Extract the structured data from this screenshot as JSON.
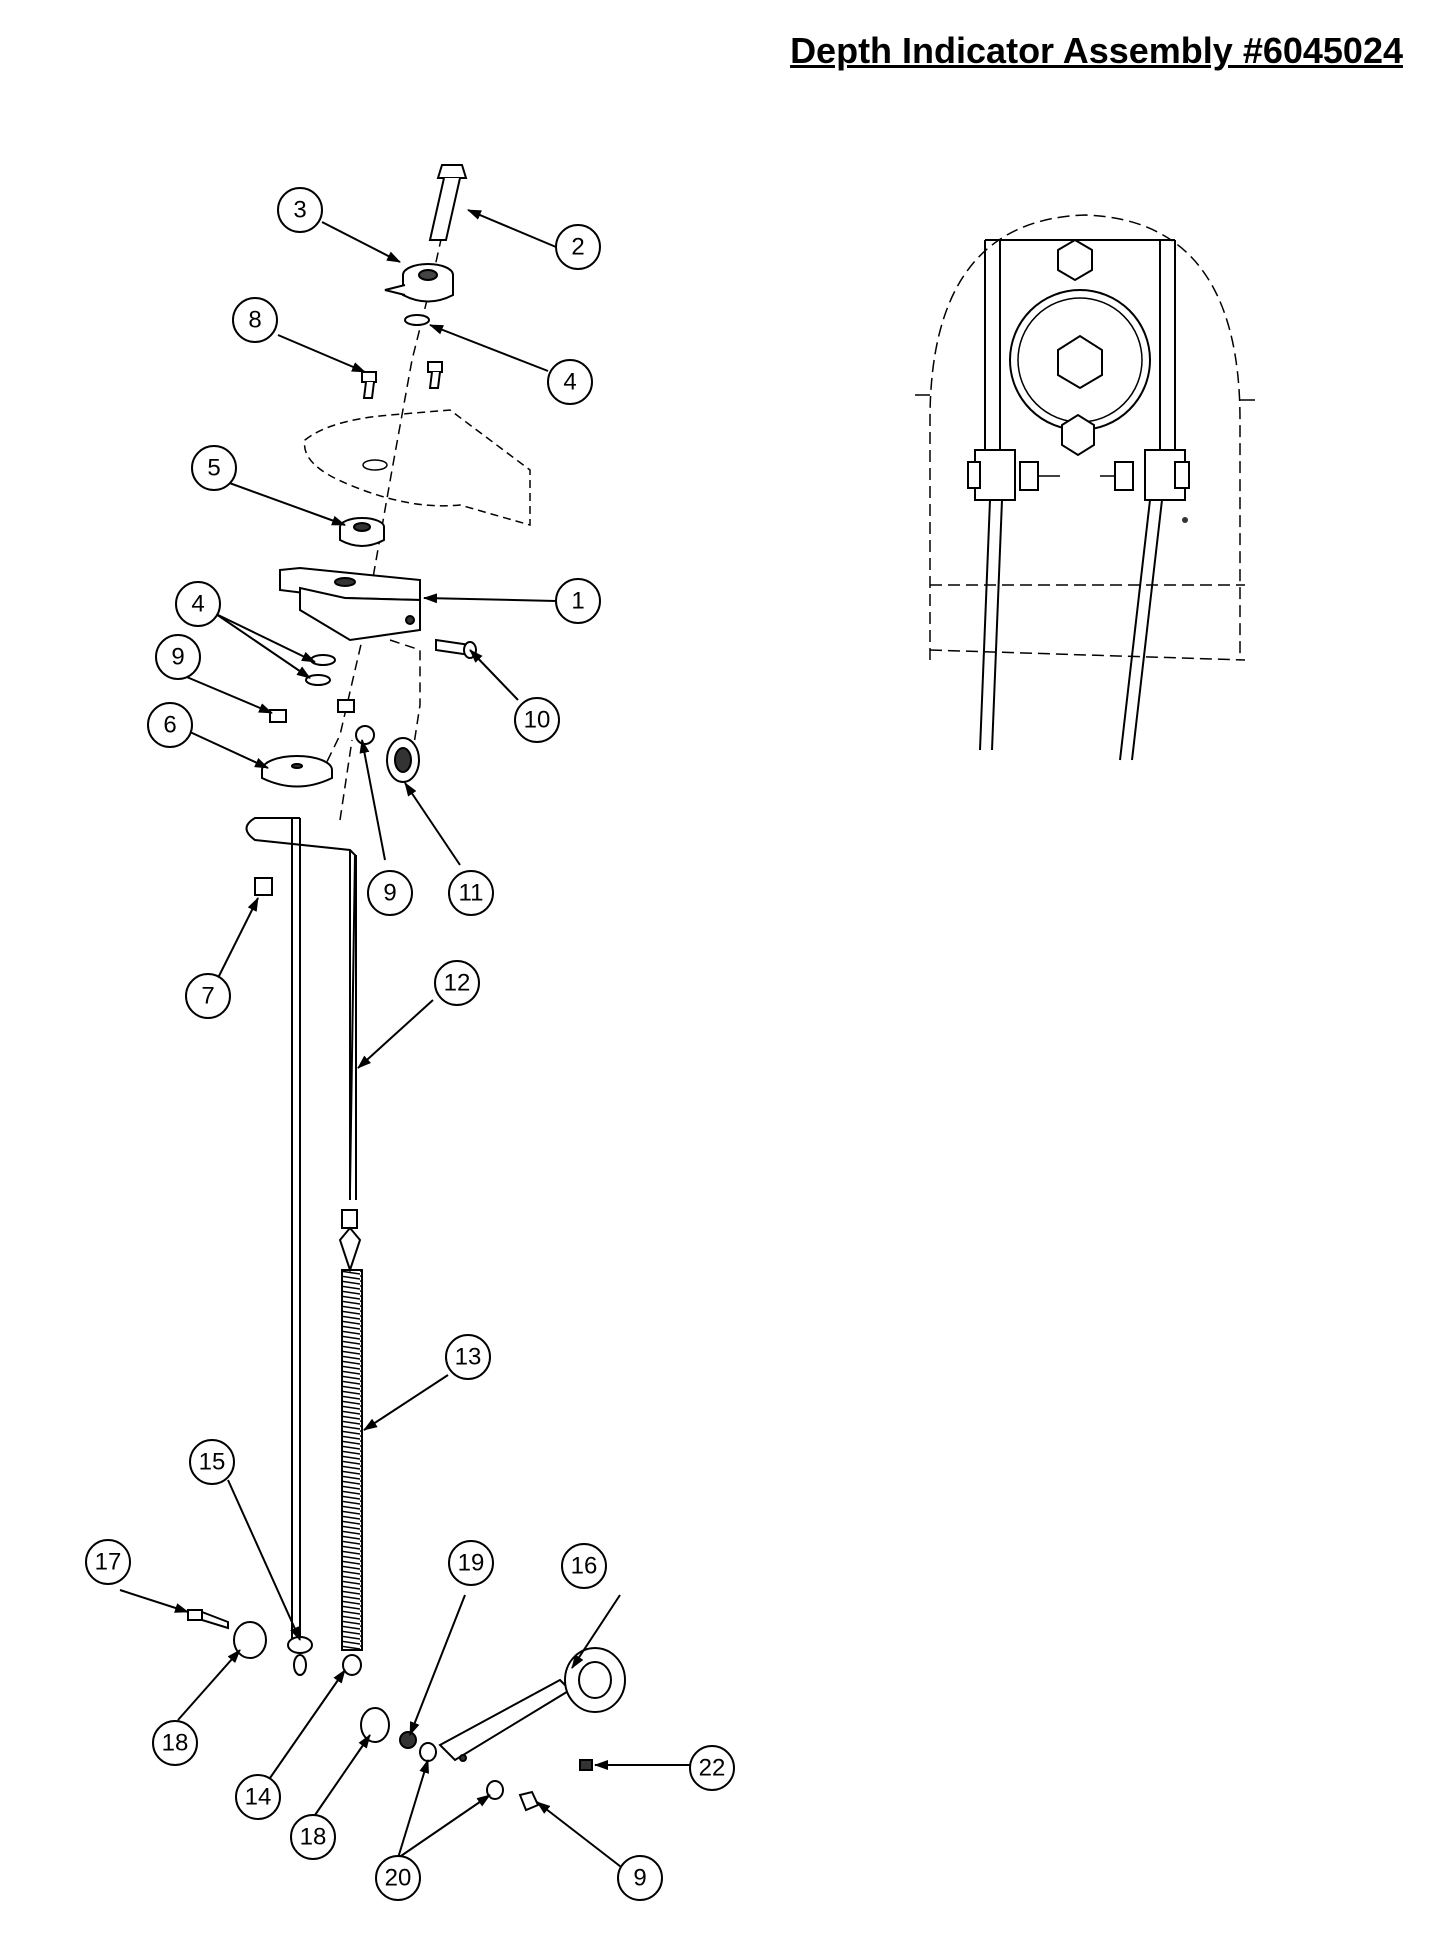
{
  "title": "Depth Indicator Assembly #6045024",
  "callouts": [
    {
      "label": "1"
    },
    {
      "label": "2"
    },
    {
      "label": "3"
    },
    {
      "label": "4"
    },
    {
      "label": "4"
    },
    {
      "label": "5"
    },
    {
      "label": "6"
    },
    {
      "label": "7"
    },
    {
      "label": "8"
    },
    {
      "label": "9"
    },
    {
      "label": "9"
    },
    {
      "label": "9"
    },
    {
      "label": "10"
    },
    {
      "label": "11"
    },
    {
      "label": "12"
    },
    {
      "label": "13"
    },
    {
      "label": "14"
    },
    {
      "label": "15"
    },
    {
      "label": "16"
    },
    {
      "label": "17"
    },
    {
      "label": "18"
    },
    {
      "label": "18"
    },
    {
      "label": "19"
    },
    {
      "label": "20"
    },
    {
      "label": "22"
    }
  ]
}
